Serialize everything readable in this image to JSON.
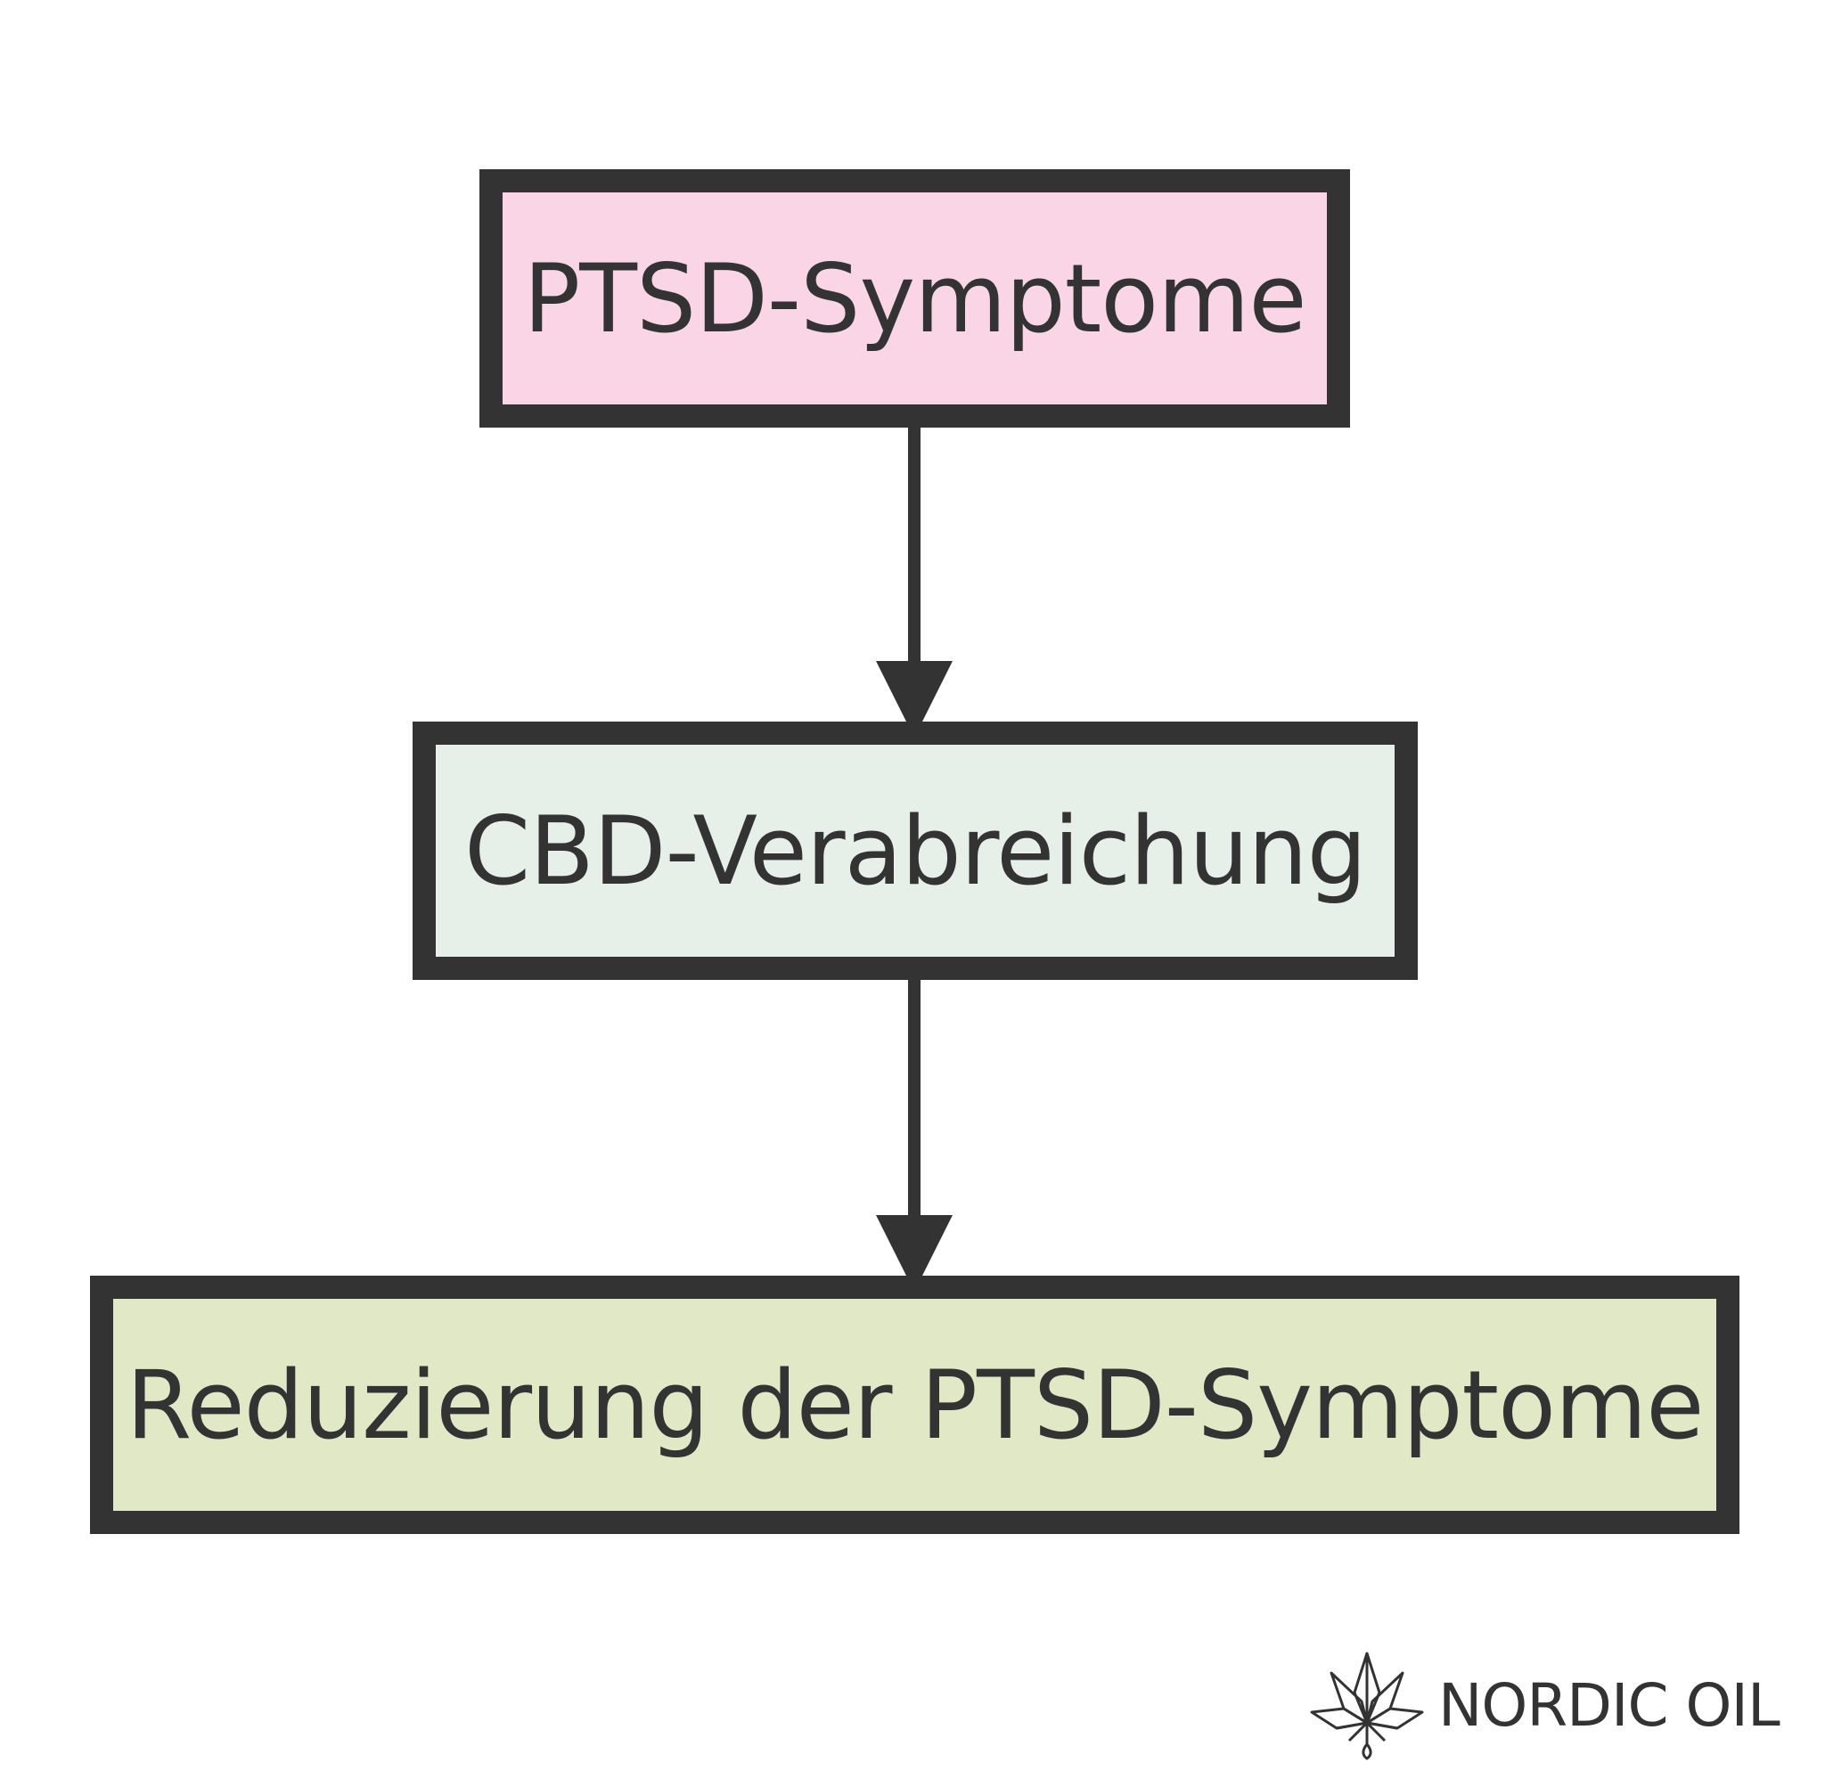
{
  "diagram": {
    "nodes": [
      {
        "id": "ptsd-symptoms",
        "label": "PTSD-Symptome",
        "fill": "#f9d5e5"
      },
      {
        "id": "cbd-administration",
        "label": "CBD-Verabreichung",
        "fill": "#e6efe8"
      },
      {
        "id": "symptom-reduction",
        "label": "Reduzierung der PTSD-Symptome",
        "fill": "#e0e8c6"
      }
    ],
    "edges": [
      {
        "from": "ptsd-symptoms",
        "to": "cbd-administration"
      },
      {
        "from": "cbd-administration",
        "to": "symptom-reduction"
      }
    ],
    "stroke_color": "#333333"
  },
  "brand": {
    "name": "NORDIC OIL",
    "icon": "cannabis-leaf-icon"
  }
}
